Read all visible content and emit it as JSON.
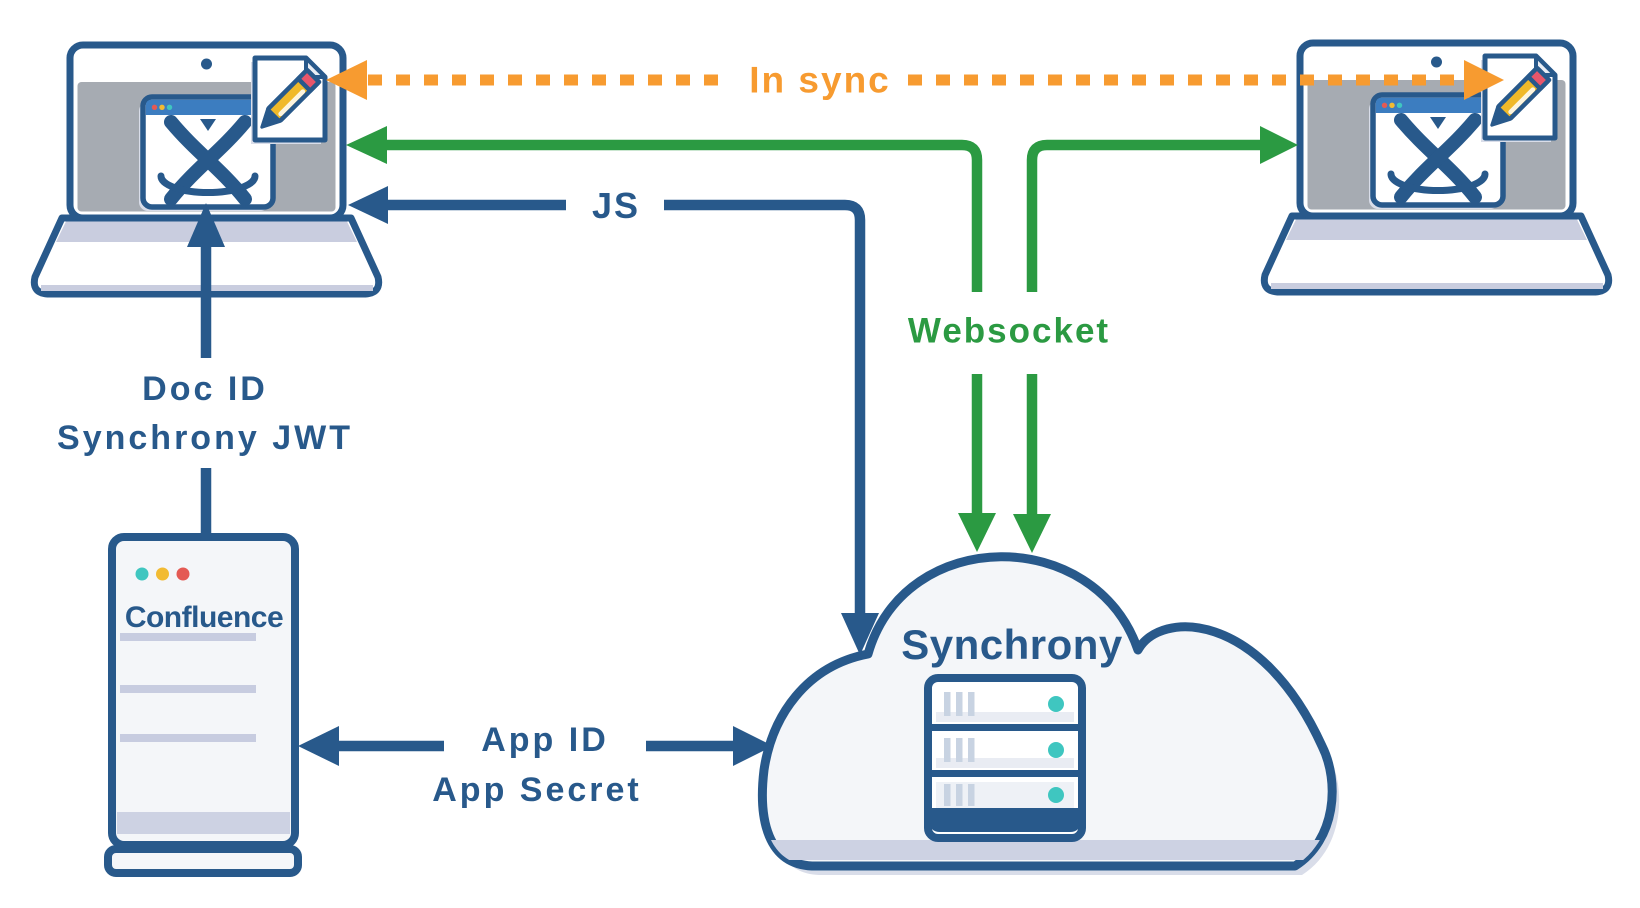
{
  "labels": {
    "in_sync": "In sync",
    "js": "JS",
    "websocket": "Websocket",
    "doc_id": "Doc ID",
    "synchrony_jwt": "Synchrony JWT",
    "app_id": "App ID",
    "app_secret": "App Secret",
    "synchrony_cloud": "Synchrony",
    "confluence_server": "Confluence"
  },
  "colors": {
    "navy": "#28598B",
    "green": "#2B9A42",
    "orange": "#F79B30",
    "bar_blue": "#3C7DC0",
    "teal": "#3FC6C0",
    "dot_yellow": "#F2BB33",
    "dot_red": "#E45A54",
    "lavender": "#CDD2E3",
    "lavender_line": "#C7CCE0",
    "screen_gray": "#A6ABB2",
    "panel": "#F4F6F9",
    "shade": "#C9CDDF",
    "shadow": "#D9DDE9",
    "pencil_yellow": "#F0B929",
    "pencil_red": "#E8566B"
  },
  "icons": {
    "left_workstation": "laptop-icon",
    "right_workstation": "laptop-icon",
    "browser_logo": "confluence-x-logo-icon",
    "document_edit": "document-pencil-icon",
    "server": "confluence-server-icon",
    "cloud": "synchrony-cloud-icon",
    "rack": "server-rack-icon"
  },
  "edges": [
    {
      "from": "left-laptop",
      "to": "right-laptop",
      "label": "In sync",
      "style": "orange-dotted-bidirectional"
    },
    {
      "from": "synchrony-cloud",
      "to": "left-laptop",
      "label": "Websocket",
      "style": "green-bidirectional"
    },
    {
      "from": "synchrony-cloud",
      "to": "right-laptop",
      "label": "Websocket",
      "style": "green-bidirectional"
    },
    {
      "from": "synchrony-cloud",
      "to": "left-laptop",
      "label": "JS",
      "style": "navy-bidirectional"
    },
    {
      "from": "confluence-server",
      "to": "left-laptop",
      "label": "Doc ID Synchrony JWT",
      "style": "navy-arrow"
    },
    {
      "from": "confluence-server",
      "to": "synchrony-cloud",
      "label": "App ID App Secret",
      "style": "navy-bidirectional"
    }
  ]
}
